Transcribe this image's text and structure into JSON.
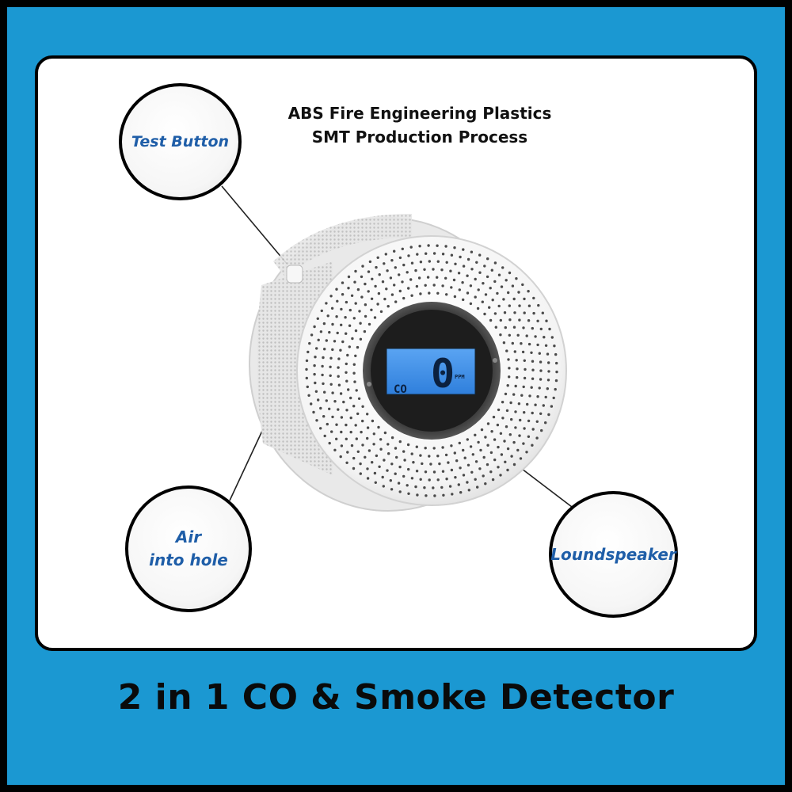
{
  "product_title": "2 in 1 CO & Smoke Detector",
  "specs": {
    "line1": "ABS Fire Engineering Plastics",
    "line2": "SMT Production Process"
  },
  "callouts": {
    "test_button": "Test Button",
    "air_line1": "Air",
    "air_line2": "into hole",
    "speaker": "Loundspeaker"
  },
  "lcd": {
    "gas": "CO",
    "reading": "0",
    "unit": "PPM"
  },
  "colors": {
    "background": "#1b98d2",
    "label_text": "#1f5ea8",
    "lcd_screen": "#3f8fe8"
  }
}
